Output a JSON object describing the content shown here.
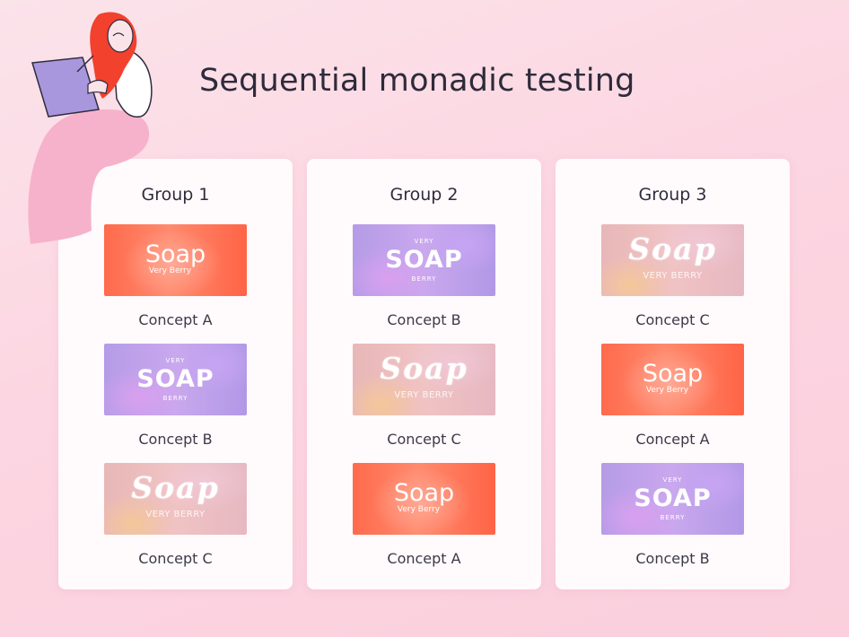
{
  "title": "Sequential monadic testing",
  "packaging": {
    "A": {
      "main": "Soap",
      "sub": "Very Berry"
    },
    "B": {
      "top": "VERY",
      "main": "SOAP",
      "bottom": "BERRY"
    },
    "C": {
      "main": "Soap",
      "sub": "VERY BERRY"
    }
  },
  "groups": [
    {
      "name": "Group 1",
      "concepts": [
        {
          "id": "A",
          "label": "Concept A"
        },
        {
          "id": "B",
          "label": "Concept B"
        },
        {
          "id": "C",
          "label": "Concept C"
        }
      ]
    },
    {
      "name": "Group 2",
      "concepts": [
        {
          "id": "B",
          "label": "Concept B"
        },
        {
          "id": "C",
          "label": "Concept C"
        },
        {
          "id": "A",
          "label": "Concept A"
        }
      ]
    },
    {
      "name": "Group 3",
      "concepts": [
        {
          "id": "C",
          "label": "Concept C"
        },
        {
          "id": "A",
          "label": "Concept A"
        },
        {
          "id": "B",
          "label": "Concept B"
        }
      ]
    }
  ],
  "colors": {
    "background": "#fcd8e3",
    "card": "#fffafb",
    "text": "#2f2c3d",
    "concept_a": "#ff6a4c",
    "concept_b": "#bda0ea",
    "concept_c": "#ebbcbd",
    "illustration_hair": "#f2412d",
    "illustration_pants": "#f7b2cb",
    "illustration_tablet": "#a897dd"
  },
  "illustration": {
    "icon": "woman-with-tablet-illustration"
  }
}
